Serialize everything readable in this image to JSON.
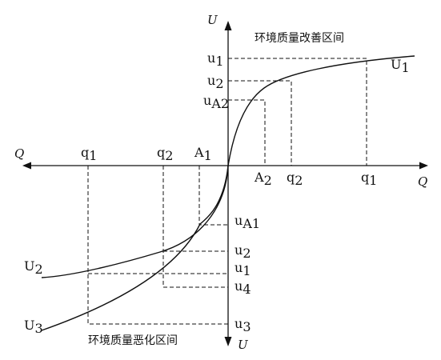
{
  "chart_data": {
    "type": "diagram",
    "axes": {
      "horizontal_label": "Q",
      "vertical_top_label": "U",
      "vertical_bottom_label": "U"
    },
    "regions": {
      "upper": "环境质量改善区间",
      "lower": "环境质量恶化区间"
    },
    "curves": [
      {
        "name": "U1",
        "main": "U",
        "sub": "1",
        "quadrant": "upper-right",
        "shape": "concave-increasing"
      },
      {
        "name": "U2",
        "main": "U",
        "sub": "2",
        "quadrant": "lower-left",
        "shape": "concave-decreasing"
      },
      {
        "name": "U3",
        "main": "U",
        "sub": "3",
        "quadrant": "lower-left",
        "shape": "steeper-decreasing"
      }
    ],
    "upper_guides": [
      {
        "main": "u",
        "sub": "1",
        "curve": "U1",
        "q_label": "q1"
      },
      {
        "main": "u",
        "sub": "2",
        "curve": "U1",
        "q_label": "q2"
      },
      {
        "main": "u",
        "sub": "A2",
        "curve": "U1",
        "q_label": "A2"
      }
    ],
    "lower_guides": [
      {
        "main": "u",
        "sub": "A1",
        "curve": "U3",
        "q_label": "A1"
      },
      {
        "main": "u",
        "sub": "2",
        "curve": "U2",
        "q_label": "q2"
      },
      {
        "main": "u",
        "sub": "1",
        "curve": "U2",
        "q_label": "q1"
      },
      {
        "main": "u",
        "sub": "4",
        "curve": "U3",
        "q_label": "q2"
      },
      {
        "main": "u",
        "sub": "3",
        "curve": "U3",
        "q_label": "q1"
      }
    ],
    "q_labels_right": [
      {
        "main": "A",
        "sub": "2"
      },
      {
        "main": "q",
        "sub": "2"
      },
      {
        "main": "q",
        "sub": "1"
      }
    ],
    "q_labels_left": [
      {
        "main": "q",
        "sub": "1"
      },
      {
        "main": "q",
        "sub": "2"
      },
      {
        "main": "A",
        "sub": "1"
      }
    ],
    "line_style": {
      "axes": "solid",
      "guides": "dashed",
      "color": "#111111"
    }
  }
}
